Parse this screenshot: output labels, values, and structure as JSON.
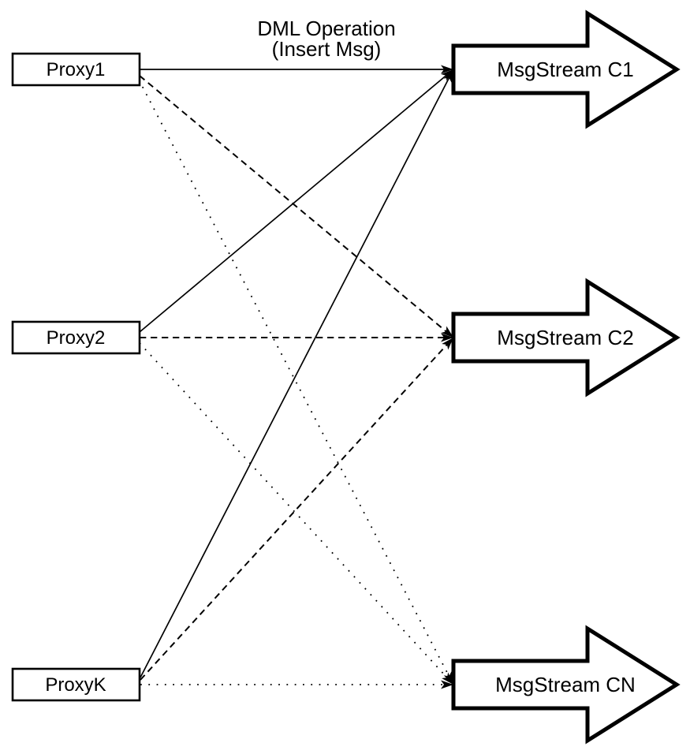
{
  "diagram": {
    "background": "#ffffff",
    "line_color": "#000000",
    "shape_fill": "#ffffff",
    "annotation": {
      "line1": "DML Operation",
      "line2": "(Insert Msg)"
    },
    "proxies": [
      {
        "id": "proxy1",
        "label": "Proxy1"
      },
      {
        "id": "proxy2",
        "label": "Proxy2"
      },
      {
        "id": "proxyk",
        "label": "ProxyK"
      }
    ],
    "streams": [
      {
        "id": "c1",
        "label": "MsgStream C1"
      },
      {
        "id": "c2",
        "label": "MsgStream C2"
      },
      {
        "id": "cn",
        "label": "MsgStream CN"
      }
    ],
    "connections": [
      {
        "from": "Proxy1",
        "to": "MsgStream C1",
        "line_style": "solid"
      },
      {
        "from": "Proxy1",
        "to": "MsgStream C2",
        "line_style": "dashed"
      },
      {
        "from": "Proxy1",
        "to": "MsgStream CN",
        "line_style": "dotted"
      },
      {
        "from": "Proxy2",
        "to": "MsgStream C1",
        "line_style": "solid"
      },
      {
        "from": "Proxy2",
        "to": "MsgStream C2",
        "line_style": "dashed"
      },
      {
        "from": "Proxy2",
        "to": "MsgStream CN",
        "line_style": "dotted"
      },
      {
        "from": "ProxyK",
        "to": "MsgStream C1",
        "line_style": "solid"
      },
      {
        "from": "ProxyK",
        "to": "MsgStream C2",
        "line_style": "dashed"
      },
      {
        "from": "ProxyK",
        "to": "MsgStream CN",
        "line_style": "dotted"
      }
    ]
  }
}
